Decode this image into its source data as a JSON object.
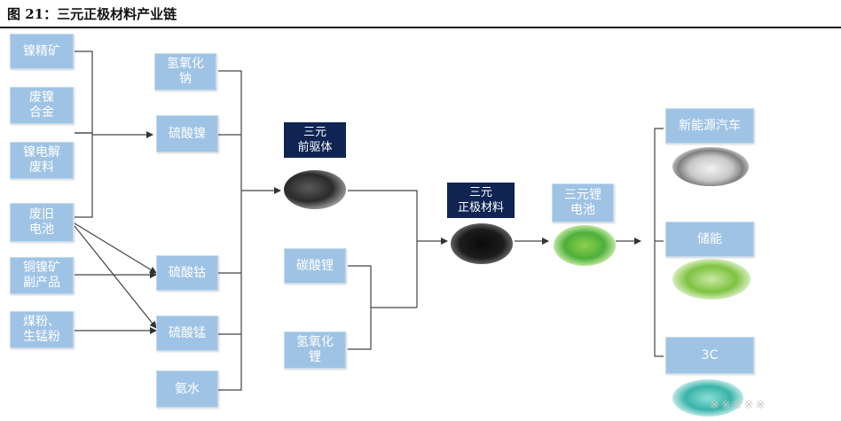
{
  "title": "图 21：三元正极材料产业链",
  "column1": {
    "nickel_concentrate": "镍精矿",
    "scrap_nickel": "废镍\n合金",
    "nickel_electrolysis_waste": "镍电解\n废料",
    "used_battery": "废旧\n电池",
    "copper_nickel_byproduct": "铜镍矿\n副产品",
    "coal_manganese_powder": "煤粉、\n生锰粉"
  },
  "column2": {
    "sodium_hydroxide": "氢氧化\n钠",
    "nickel_sulfate": "硫酸镍",
    "cobalt_sulfate": "硫酸钴",
    "manganese_sulfate": "硫酸锰",
    "ammonia_water": "氨水"
  },
  "column3": {
    "precursor": "三元\n前驱体",
    "lithium_carbonate": "碳酸锂",
    "lithium_hydroxide": "氢氧化\n锂"
  },
  "column4": {
    "cathode_material": "三元\n正极材料",
    "lithium_battery": "三元锂\n电池"
  },
  "applications": {
    "new_energy_vehicle": "新能源汽车",
    "energy_storage": "储能",
    "consumer_3c": "3C"
  },
  "watermark": "※※※※※",
  "colors": {
    "box_fill": "#9fc3e4",
    "dark_box_fill": "#0f2453",
    "line": "#333333"
  }
}
